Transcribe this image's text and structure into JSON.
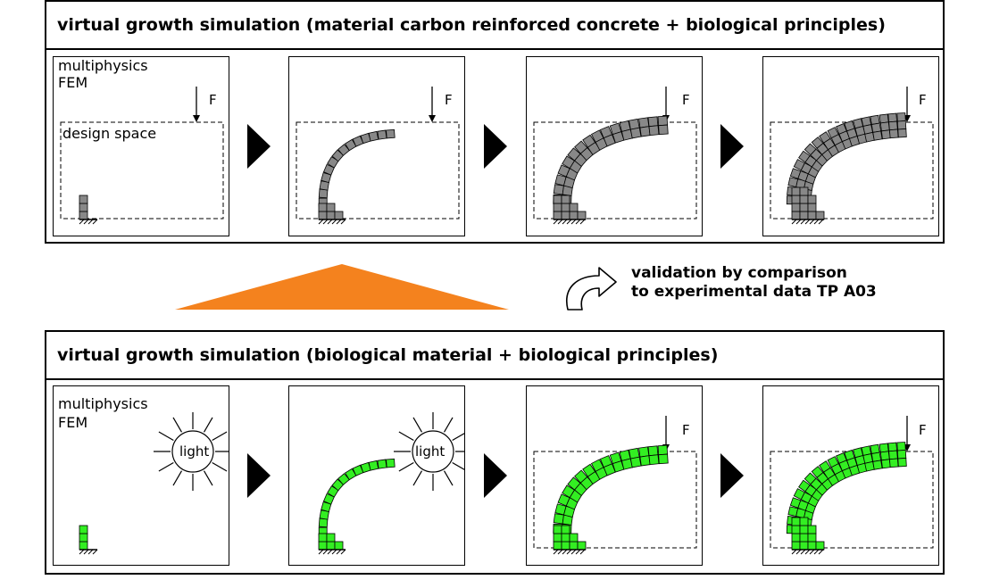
{
  "top_panel": {
    "title": "virtual growth simulation (material carbon reinforced concrete + biological principles)",
    "fill_color": "#888888",
    "frames": [
      {
        "id": "t1",
        "labels": [
          "multiphysics",
          "FEM"
        ],
        "design_space_label": "design space",
        "force_label": "F",
        "shows_light": false
      },
      {
        "id": "t2",
        "labels": [],
        "force_label": "F",
        "shows_light": false
      },
      {
        "id": "t3",
        "labels": [],
        "force_label": "F",
        "shows_light": false
      },
      {
        "id": "t4",
        "labels": [],
        "force_label": "F",
        "shows_light": false
      }
    ]
  },
  "bottom_panel": {
    "title": "virtual growth simulation (biological material + biological principles)",
    "fill_color": "#33ee22",
    "frames": [
      {
        "id": "b1",
        "labels": [
          "multiphysics",
          "FEM"
        ],
        "light_label": "light",
        "shows_light": true
      },
      {
        "id": "b2",
        "labels": [],
        "light_label": "light",
        "shows_light": true
      },
      {
        "id": "b3",
        "labels": [],
        "force_label": "F",
        "shows_light": false
      },
      {
        "id": "b4",
        "labels": [],
        "force_label": "F",
        "shows_light": false
      }
    ]
  },
  "validation": {
    "line1": "validation by comparison",
    "line2": "to experimental data TP A03"
  },
  "colors": {
    "orange_triangle": "#f4821e",
    "stroke": "#000000"
  }
}
